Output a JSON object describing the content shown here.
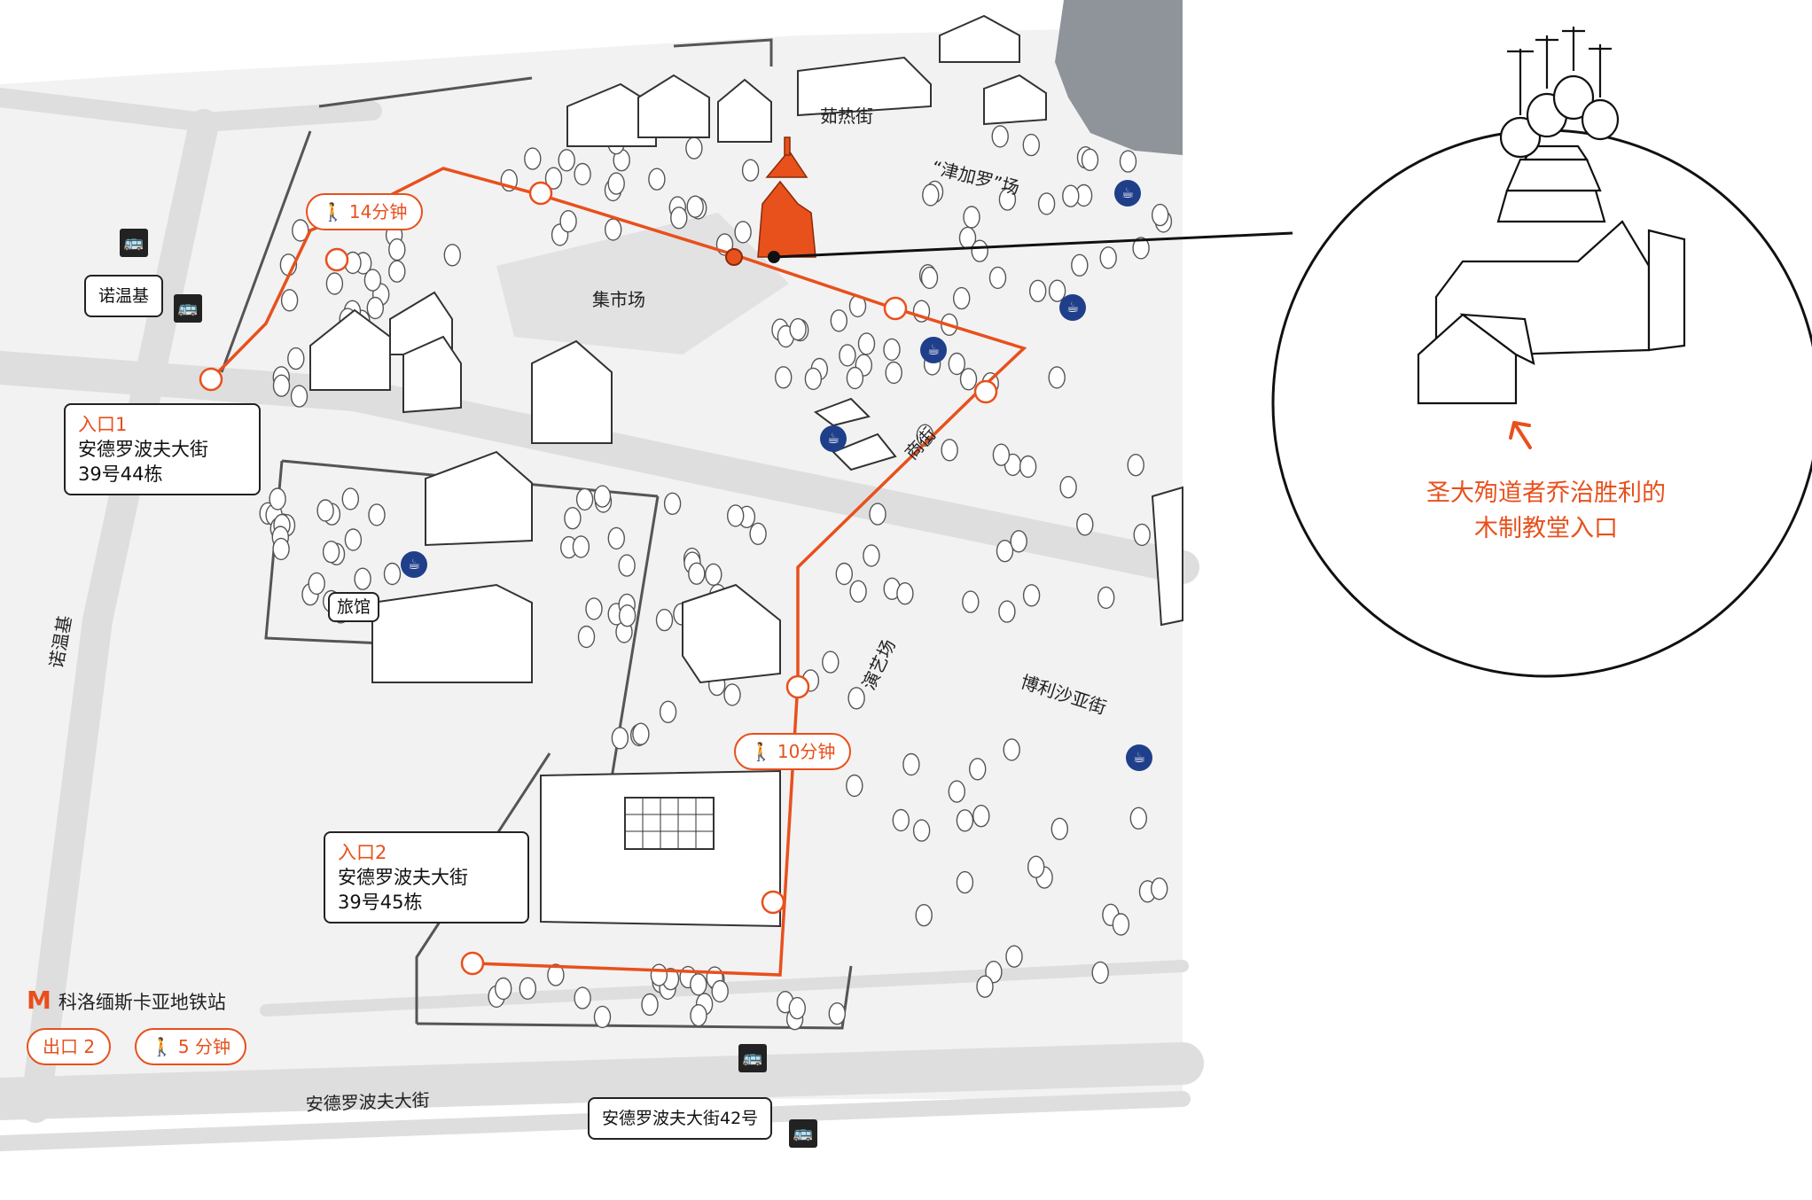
{
  "colors": {
    "route": "#e8501c",
    "cafe": "#1f3f8a",
    "water": "#8f949b",
    "road": "#e4e4e4",
    "ground": "#f1f1f1"
  },
  "streets": {
    "yurchev": "茹热街",
    "zhuja_field": "“津加罗”场",
    "market": "集市场",
    "trade_street": "商街",
    "show_field": "演艺场",
    "boris_street": "博利沙亚街",
    "noginsk_vertical": "诺温基",
    "andropov": "安德罗波夫大街"
  },
  "entrance1": {
    "title": "入口1",
    "line1": "安德罗波夫大街",
    "line2": "39号44栋"
  },
  "entrance2": {
    "title": "入口2",
    "line1": "安德罗波夫大街",
    "line2": "39号45栋"
  },
  "noginsk_stop": "诺温基",
  "bus_stop_42": "安德罗波夫大街42号",
  "hotel": "旅馆",
  "route_times": {
    "upper": "14分钟",
    "lower": "10分钟"
  },
  "metro": {
    "logo": "M",
    "station": "科洛缅斯卡亚地铁站",
    "exit": "出口 2",
    "walk": "5 分钟"
  },
  "church": {
    "caption_line1": "圣大殉道者乔治胜利的",
    "caption_line2": "木制教堂入口"
  },
  "icons": {
    "cafe": "cup-icon",
    "bus": "bus-icon",
    "walk": "walk-icon",
    "metro": "metro-logo-icon",
    "arrow": "direction-arrow-icon"
  }
}
